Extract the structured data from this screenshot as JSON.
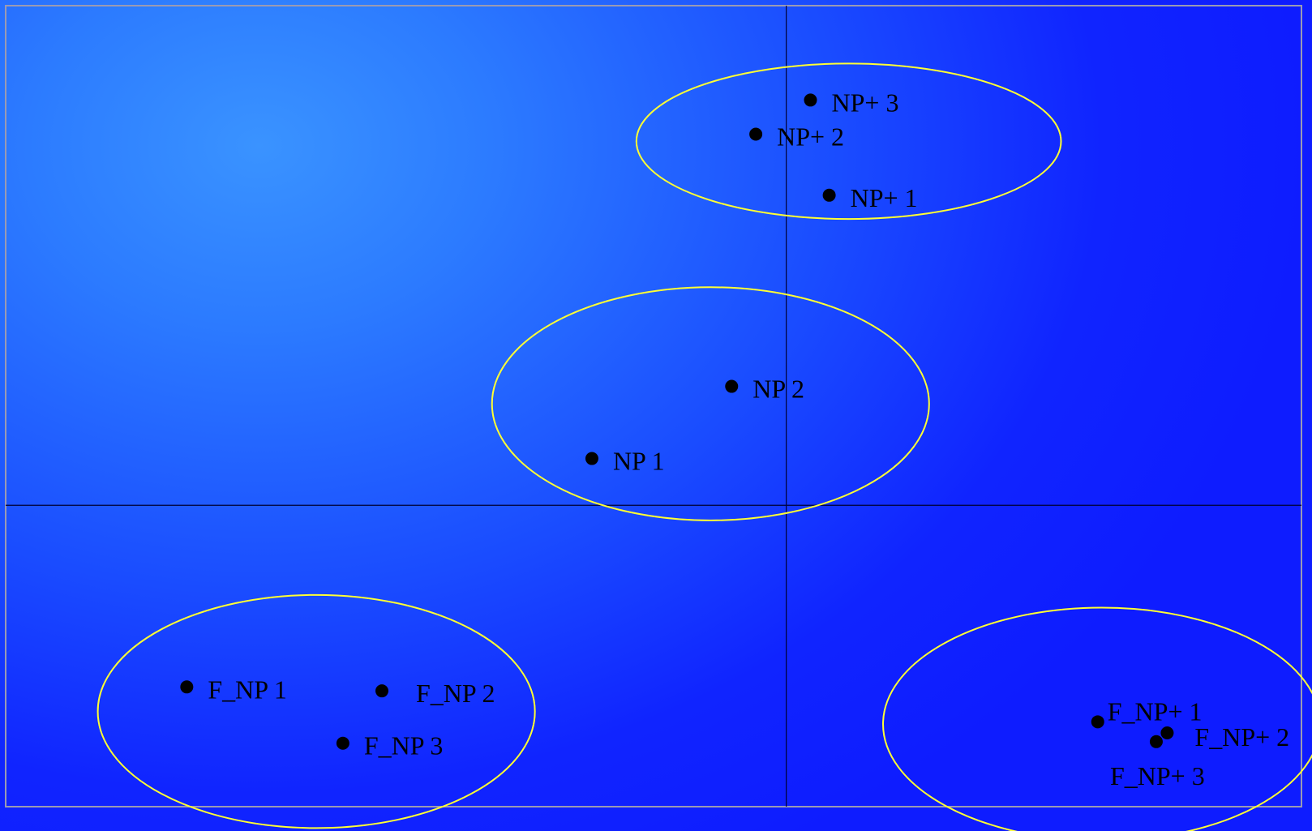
{
  "colors": {
    "ellipse": "#ffff33",
    "axis": "#000033",
    "frame": "#9a9ab4",
    "point": "#000000"
  },
  "chart_data": {
    "type": "scatter",
    "title": "",
    "xlabel": "",
    "ylabel": "",
    "xlim": [
      -1.0,
      0.66
    ],
    "ylim": [
      -0.38,
      0.63
    ],
    "grid": false,
    "points": [
      {
        "label": "NP+ 3",
        "x": 0.031,
        "y": 0.511
      },
      {
        "label": "NP+ 2",
        "x": -0.039,
        "y": 0.468
      },
      {
        "label": "NP+ 1",
        "x": 0.055,
        "y": 0.391
      },
      {
        "label": "NP 2",
        "x": -0.07,
        "y": 0.15
      },
      {
        "label": "NP 1",
        "x": -0.249,
        "y": 0.059
      },
      {
        "label": "F_NP 1",
        "x": -0.768,
        "y": -0.229
      },
      {
        "label": "F_NP 2",
        "x": -0.518,
        "y": -0.234
      },
      {
        "label": "F_NP 3",
        "x": -0.568,
        "y": -0.3
      },
      {
        "label": "F_NP+ 1",
        "x": 0.399,
        "y": -0.273
      },
      {
        "label": "F_NP+ 2",
        "x": 0.488,
        "y": -0.287
      },
      {
        "label": "F_NP+ 3",
        "x": 0.474,
        "y": -0.298
      }
    ],
    "groups": [
      {
        "members": [
          "NP+ 1",
          "NP+ 2",
          "NP+ 3"
        ],
        "cx": 0.08,
        "cy": 0.459,
        "rx": 0.272,
        "ry": 0.098
      },
      {
        "members": [
          "NP 1",
          "NP 2"
        ],
        "cx": -0.097,
        "cy": 0.128,
        "rx": 0.28,
        "ry": 0.147
      },
      {
        "members": [
          "F_NP 1",
          "F_NP 2",
          "F_NP 3"
        ],
        "cx": -0.602,
        "cy": -0.26,
        "rx": 0.28,
        "ry": 0.147
      },
      {
        "members": [
          "F_NP+ 1",
          "F_NP+ 2",
          "F_NP+ 3"
        ],
        "cx": 0.404,
        "cy": -0.276,
        "rx": 0.28,
        "ry": 0.147
      }
    ]
  }
}
